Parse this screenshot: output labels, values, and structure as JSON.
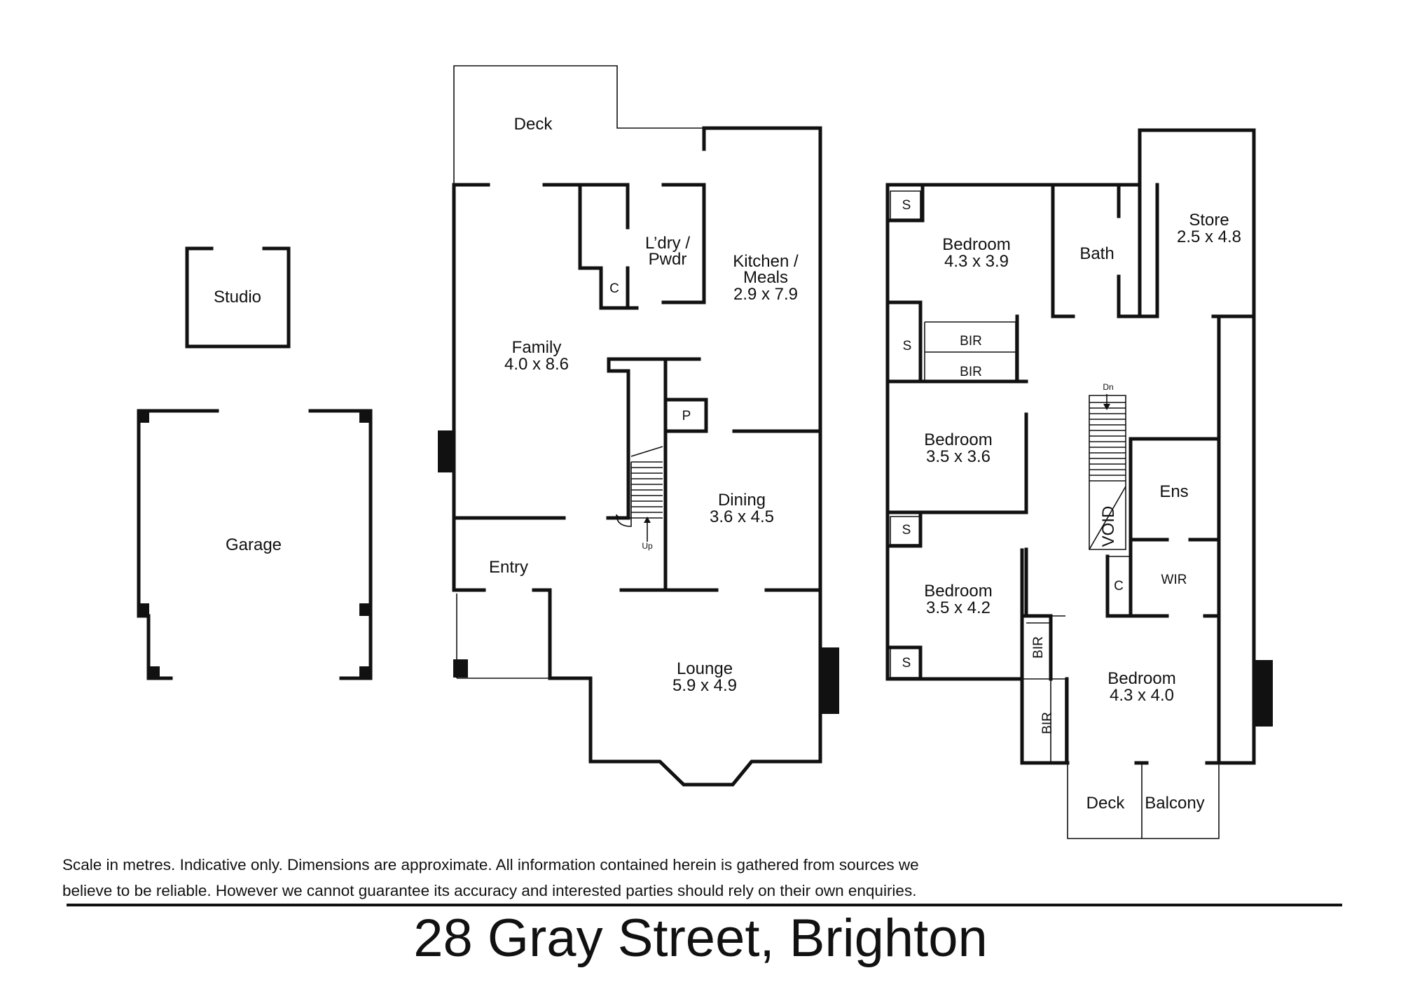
{
  "rooms": {
    "studio": {
      "name": "Studio"
    },
    "garage": {
      "name": "Garage"
    },
    "deck_ground": {
      "name": "Deck"
    },
    "laundry": {
      "name": "L’dry /",
      "name2": "Pwdr"
    },
    "kitchen": {
      "name": "Kitchen /",
      "name2": "Meals",
      "dims": "2.9 x 7.9"
    },
    "family": {
      "name": "Family",
      "dims": "4.0 x 8.6"
    },
    "pantry": {
      "name": "P"
    },
    "cupboard_ground": {
      "name": "C"
    },
    "dining": {
      "name": "Dining",
      "dims": "3.6 x 4.5"
    },
    "entry": {
      "name": "Entry"
    },
    "stair_up": {
      "name": "Up"
    },
    "lounge": {
      "name": "Lounge",
      "dims": "5.9 x 4.9"
    },
    "bedroom_1": {
      "name": "Bedroom",
      "dims": "4.3 x 3.9"
    },
    "bath": {
      "name": "Bath"
    },
    "store": {
      "name": "Store",
      "dims": "2.5 x 4.8"
    },
    "bir_1": {
      "name": "BIR"
    },
    "bir_2": {
      "name": "BIR"
    },
    "bedroom_2": {
      "name": "Bedroom",
      "dims": "3.5 x 3.6"
    },
    "stair_dn": {
      "name": "Dn"
    },
    "void": {
      "name": "VOID"
    },
    "ens": {
      "name": "Ens"
    },
    "wir": {
      "name": "WIR"
    },
    "cupboard_upper": {
      "name": "C"
    },
    "bedroom_3": {
      "name": "Bedroom",
      "dims": "3.5 x 4.2"
    },
    "bir_3": {
      "name": "BIR"
    },
    "bir_4": {
      "name": "BIR"
    },
    "bedroom_4": {
      "name": "Bedroom",
      "dims": "4.3 x 4.0"
    },
    "deck_upper": {
      "name": "Deck"
    },
    "balcony": {
      "name": "Balcony"
    },
    "shelf_1": {
      "name": "S"
    },
    "shelf_2": {
      "name": "S"
    },
    "shelf_3": {
      "name": "S"
    },
    "shelf_4": {
      "name": "S"
    }
  },
  "disclaimer": {
    "line1": "Scale in metres. Indicative only. Dimensions are approximate. All information contained herein is gathered from sources we",
    "line2": "believe to be reliable. However we cannot guarantee its accuracy and interested parties should rely on their own enquiries."
  },
  "address": "28 Gray Street, Brighton"
}
